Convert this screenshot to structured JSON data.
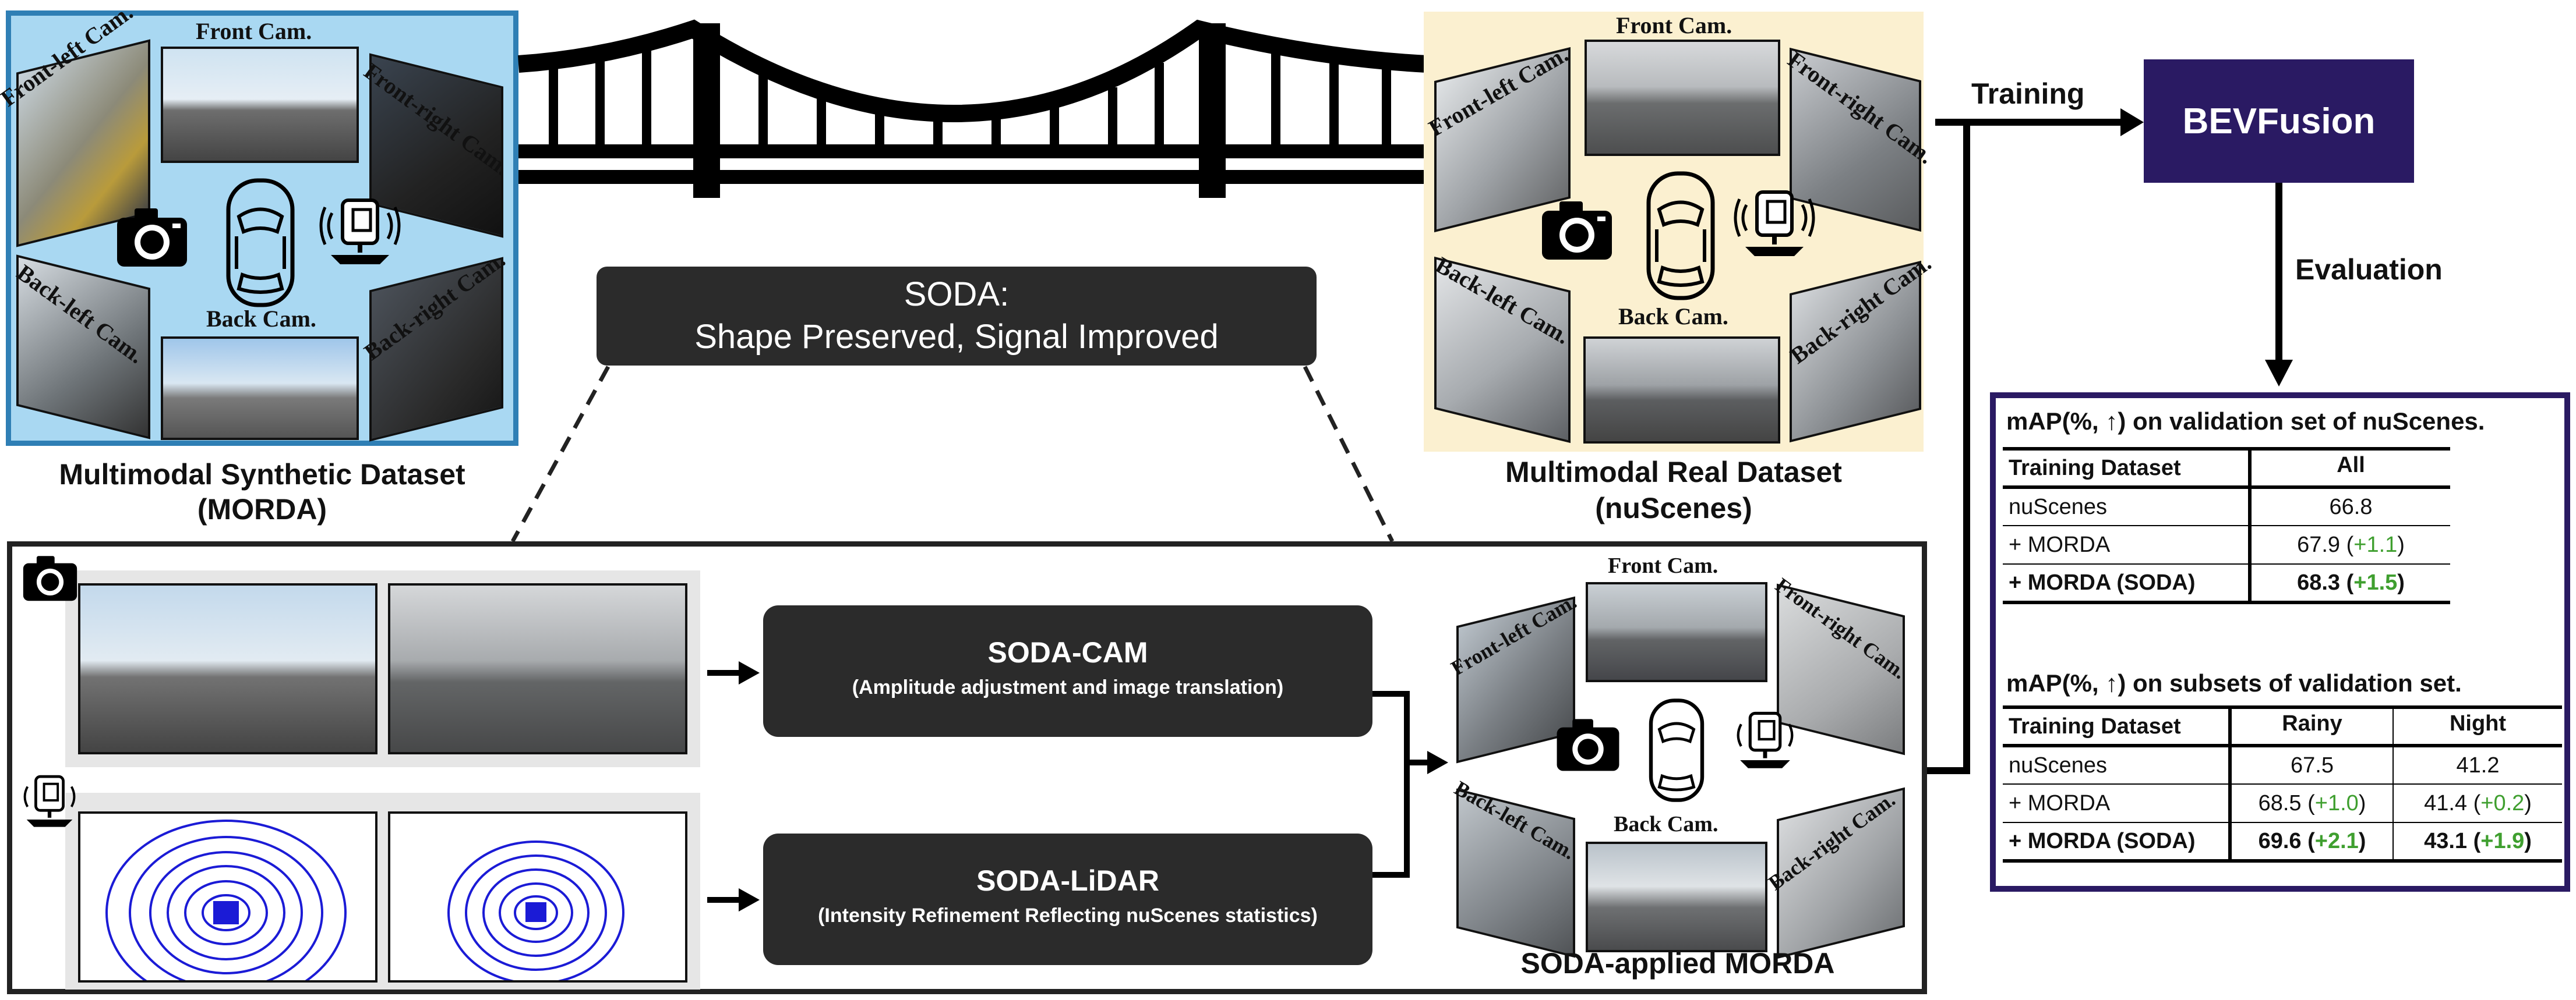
{
  "morda": {
    "cam_front": "Front Cam.",
    "cam_front_left": "Front-left Cam.",
    "cam_front_right": "Front-right Cam.",
    "cam_back": "Back Cam.",
    "cam_back_left": "Back-left Cam.",
    "cam_back_right": "Back-right Cam.",
    "caption_line1": "Multimodal Synthetic Dataset",
    "caption_line2": "(MORDA)",
    "panel_color": "#a9d8f2",
    "border_color": "#2f7fb5"
  },
  "nuscenes": {
    "cam_front": "Front Cam.",
    "cam_front_left": "Front-left Cam.",
    "cam_front_right": "Front-right Cam.",
    "cam_back": "Back Cam.",
    "cam_back_left": "Back-left Cam.",
    "cam_back_right": "Back-right Cam.",
    "caption_line1": "Multimodal Real Dataset",
    "caption_line2": "(nuScenes)",
    "panel_color": "#fbf0d0"
  },
  "soda_banner": {
    "line1": "SODA:",
    "line2": "Shape Preserved, Signal Improved"
  },
  "pipeline": {
    "soda_cam_title": "SODA-CAM",
    "soda_cam_sub": "(Amplitude adjustment and image translation)",
    "soda_lidar_title": "SODA-LiDAR",
    "soda_lidar_sub": "(Intensity Refinement Reflecting nuScenes statistics)",
    "output": {
      "cam_front": "Front Cam.",
      "cam_front_left": "Front-left Cam.",
      "cam_front_right": "Front-right Cam.",
      "cam_back": "Back Cam.",
      "cam_back_left": "Back-left Cam.",
      "cam_back_right": "Back-right Cam.",
      "caption": "SODA-applied MORDA"
    }
  },
  "flow": {
    "training_label": "Training",
    "model_name": "BEVFusion",
    "evaluation_label": "Evaluation",
    "model_color": "#2a1a63"
  },
  "results": {
    "table1_title": "mAP(%, ↑) on validation set of nuScenes.",
    "table1_headers": [
      "Training Dataset",
      "All"
    ],
    "table1_rows": [
      {
        "dataset": "nuScenes",
        "all": "66.8",
        "all_delta": ""
      },
      {
        "dataset": "+ MORDA",
        "all": "67.9",
        "all_delta": "+1.1"
      },
      {
        "dataset": "+ MORDA (SODA)",
        "all": "68.3",
        "all_delta": "+1.5"
      }
    ],
    "table2_title": "mAP(%, ↑) on subsets of validation set.",
    "table2_headers": [
      "Training Dataset",
      "Rainy",
      "Night"
    ],
    "table2_rows": [
      {
        "dataset": "nuScenes",
        "rainy": "67.5",
        "rainy_delta": "",
        "night": "41.2",
        "night_delta": ""
      },
      {
        "dataset": "+ MORDA",
        "rainy": "68.5",
        "rainy_delta": "+1.0",
        "night": "41.4",
        "night_delta": "+0.2"
      },
      {
        "dataset": "+ MORDA (SODA)",
        "rainy": "69.6",
        "rainy_delta": "+2.1",
        "night": "43.1",
        "night_delta": "+1.9"
      }
    ],
    "delta_color": "#3f9f2f",
    "border_color": "#2a1a63"
  }
}
